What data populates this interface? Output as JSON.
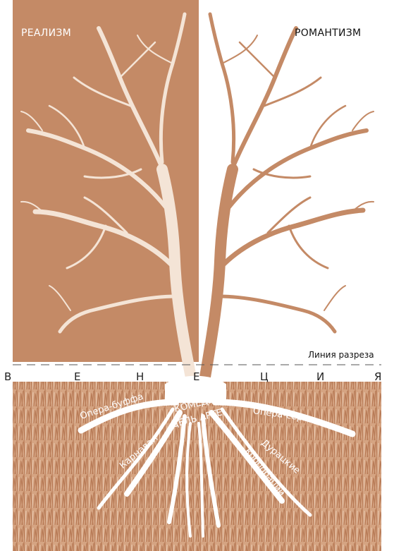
{
  "labels": {
    "left": "РЕАЛИЗМ",
    "right": "РОМАНТИЗМ",
    "cut_line": "Линия разреза"
  },
  "venice_letters": [
    "В",
    "Е",
    "Н",
    "Е",
    "Ц",
    "И",
    "Я"
  ],
  "roots": {
    "opera_buffa": "Опера-буффа",
    "commedia_line1": "КОМЕДИЯ",
    "commedia_line2": "ДЕЛЬ АРТЕ",
    "opera_seria": "Опера-сериа",
    "carnival": "Карнавал",
    "guilds_line1": "Дурацкие",
    "guilds_line2": "корпорации"
  },
  "colors": {
    "terracotta": "#c48a66",
    "light_terracotta": "#d9a988",
    "white": "#ffffff"
  }
}
